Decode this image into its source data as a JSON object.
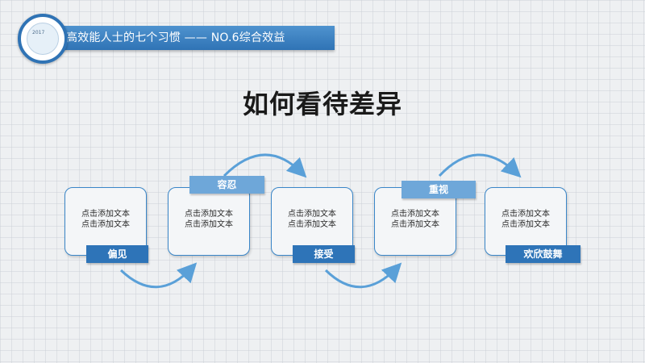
{
  "header": {
    "title": "高效能人士的七个习惯 —— NO.6综合效益",
    "logo_text": "2017"
  },
  "main_title": "如何看待差异",
  "steps": [
    {
      "label": "偏见",
      "lines": [
        "点击添加文本",
        "点击添加文本"
      ]
    },
    {
      "label": "容忍",
      "lines": [
        "点击添加文本",
        "点击添加文本"
      ]
    },
    {
      "label": "接受",
      "lines": [
        "点击添加文本",
        "点击添加文本"
      ]
    },
    {
      "label": "重视",
      "lines": [
        "点击添加文本",
        "点击添加文本"
      ]
    },
    {
      "label": "欢欣鼓舞",
      "lines": [
        "点击添加文本",
        "点击添加文本"
      ]
    }
  ],
  "colors": {
    "accent_dark": "#2e74b8",
    "accent_light": "#6ea7d9",
    "card_border": "#3a86c8",
    "arrow": "#5aa0d8"
  }
}
